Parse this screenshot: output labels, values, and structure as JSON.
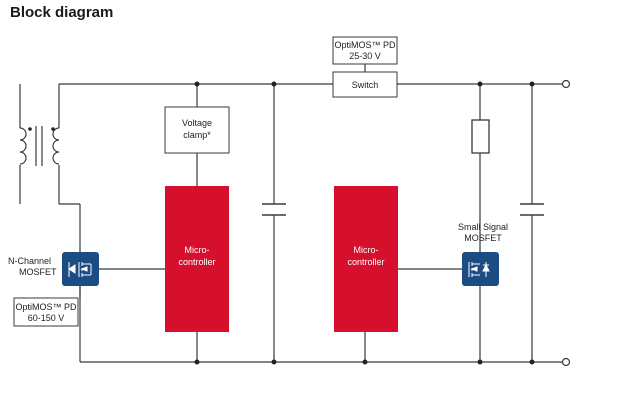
{
  "title": "Block diagram",
  "boxes": {
    "pd_top": [
      "OptiMOS™ PD",
      "25-30 V"
    ],
    "switch": "Switch",
    "clamp": [
      "Voltage",
      "clamp*"
    ],
    "pd_left": [
      "OptiMOS™ PD",
      "60-150 V"
    ]
  },
  "microcontrollers": [
    [
      "Micro-",
      "controller"
    ],
    [
      "Micro-",
      "controller"
    ]
  ],
  "labels": {
    "nch": [
      "N-Channel",
      "MOSFET"
    ],
    "small": [
      "Small Signal",
      "MOSFET"
    ]
  },
  "colors": {
    "mcu": "#d6102c",
    "mosfet": "#1b4d84",
    "wire": "#3a3a3a"
  },
  "icons": [
    "transformer-icon",
    "capacitor-icon",
    "resistor-icon",
    "mosfet-icon",
    "terminal-icon"
  ]
}
